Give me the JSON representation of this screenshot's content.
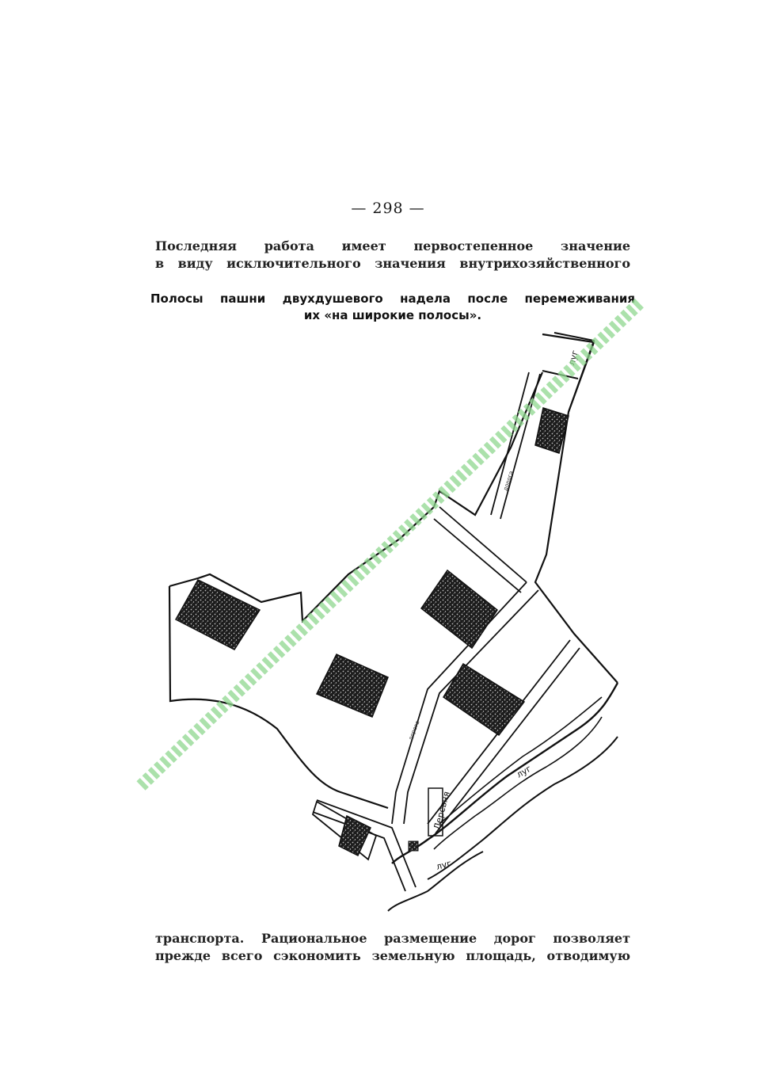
{
  "page_number": "— 298 —",
  "top_paragraph": {
    "lines": [
      "Последняя работа имеет первостепенное значение",
      "в виду исключительного значения внутрихозяйственного"
    ]
  },
  "caption": {
    "line1": "Полосы пашни двухдушевого надела после перемеживания",
    "line2": "их «на широкие полосы»."
  },
  "map_labels": {
    "meadow_top": "луг",
    "meadow_right": "луг",
    "meadow_bottom": "луг",
    "village": "Деревня",
    "road_upper": "дорога",
    "road_lower": "дорога"
  },
  "bottom_paragraph": {
    "lines": [
      "транспорта. Рациональное размещение дорог позволяет",
      "прежде всего сэкономить земельную площадь, отводимую"
    ]
  },
  "colors": {
    "ink": "#111111",
    "watermark": "#8fd88f"
  }
}
